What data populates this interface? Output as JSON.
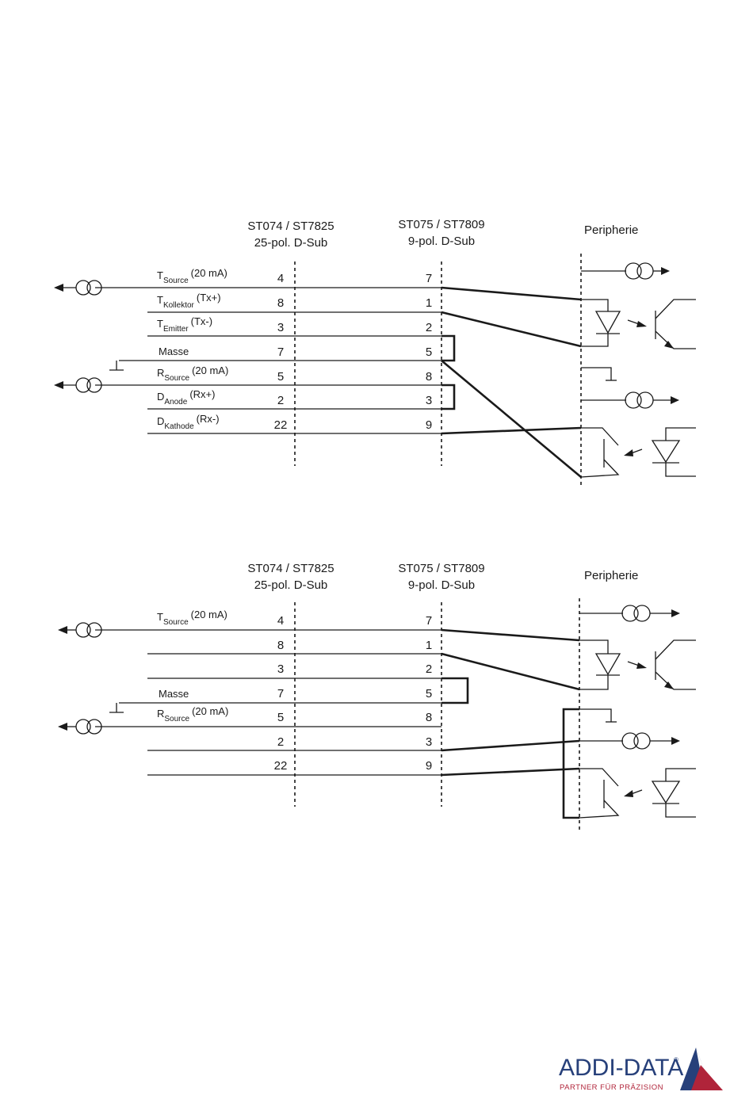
{
  "diagram1": {
    "connector_a": {
      "name": "ST074 / ST7825",
      "type": "25-pol. D-Sub"
    },
    "connector_b": {
      "name": "ST075 / ST7809",
      "type": "9-pol. D-Sub"
    },
    "peripherie": "Peripherie",
    "rows": [
      {
        "main": "T",
        "sub": "Source",
        "suffix": "(20 mA)",
        "pin_a": "4",
        "pin_b": "7"
      },
      {
        "main": "T",
        "sub": "Kollektor",
        "suffix": "(Tx+)",
        "pin_a": "8",
        "pin_b": "1"
      },
      {
        "main": "T",
        "sub": "Emitter",
        "suffix": "(Tx-)",
        "pin_a": "3",
        "pin_b": "2"
      },
      {
        "main": "Masse",
        "sub": "",
        "suffix": "",
        "pin_a": "7",
        "pin_b": "5"
      },
      {
        "main": "R",
        "sub": "Source",
        "suffix": "(20 mA)",
        "pin_a": "5",
        "pin_b": "8"
      },
      {
        "main": "D",
        "sub": "Anode",
        "suffix": "(Rx+)",
        "pin_a": "2",
        "pin_b": "3"
      },
      {
        "main": "D",
        "sub": "Kathode",
        "suffix": "(Rx-)",
        "pin_a": "22",
        "pin_b": "9"
      }
    ]
  },
  "diagram2": {
    "connector_a": {
      "name": "ST074 / ST7825",
      "type": "25-pol. D-Sub"
    },
    "connector_b": {
      "name": "ST075 / ST7809",
      "type": "9-pol. D-Sub"
    },
    "peripherie": "Peripherie",
    "rows": [
      {
        "main": "T",
        "sub": "Source",
        "suffix": "(20 mA)",
        "pin_a": "4",
        "pin_b": "7"
      },
      {
        "main": "",
        "sub": "",
        "suffix": "",
        "pin_a": "8",
        "pin_b": "1"
      },
      {
        "main": "",
        "sub": "",
        "suffix": "",
        "pin_a": "3",
        "pin_b": "2"
      },
      {
        "main": "Masse",
        "sub": "",
        "suffix": "",
        "pin_a": "7",
        "pin_b": "5"
      },
      {
        "main": "R",
        "sub": "Source",
        "suffix": "(20 mA)",
        "pin_a": "5",
        "pin_b": "8"
      },
      {
        "main": "",
        "sub": "",
        "suffix": "",
        "pin_a": "2",
        "pin_b": "3"
      },
      {
        "main": "",
        "sub": "",
        "suffix": "",
        "pin_a": "22",
        "pin_b": "9"
      }
    ]
  },
  "logo": {
    "text": "ADDI-DATA",
    "registered": "®",
    "tagline": "PARTNER FÜR PRÄZISION",
    "colors": {
      "blue": "#27407a",
      "red": "#b0243a"
    }
  }
}
